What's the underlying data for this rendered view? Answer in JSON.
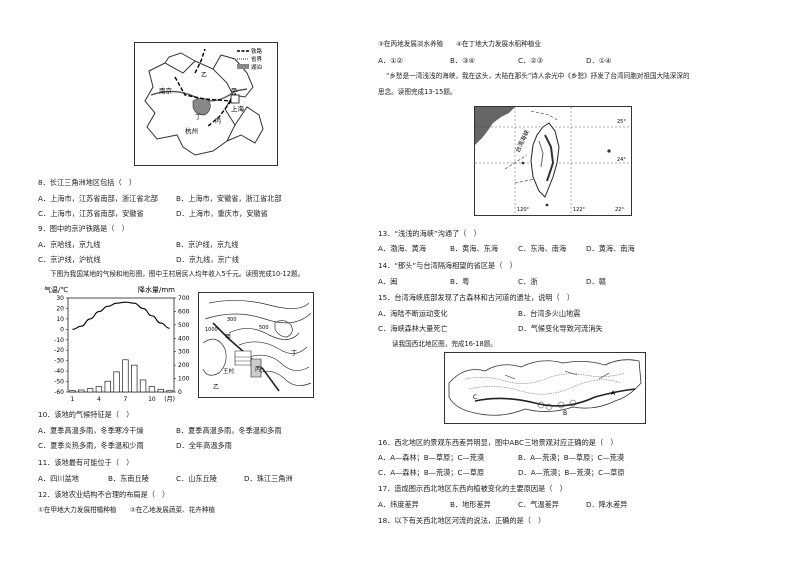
{
  "map1": {
    "legend": [
      "铁路",
      "省界",
      "湖泊"
    ],
    "labels": {
      "nanjing": "南京",
      "shanghai": "上海",
      "hangzhou": "杭州",
      "jia": "甲",
      "yi": "乙",
      "bing": "丙",
      "ding": "丁"
    }
  },
  "q8": {
    "stem": "8．长江三角洲地区包括（　）",
    "a": "A．上海市，江苏省南部，浙江省北部",
    "b": "B．上海市，安徽省，浙江省北部",
    "c": "C．上海市，江苏省南部，安徽省",
    "d": "D．上海市，重庆市，安徽省"
  },
  "q9": {
    "stem": "9．图中的京沪铁路是（　）",
    "a": "A．京哈线，京九线",
    "b": "B．京沪线，京九线",
    "c": "C．京沪线，沪杭线",
    "d": "D．京九线，京广线"
  },
  "intro10": "下图为我国某地的气候和地形图，图中王村居民人均年收入5千元。读图完成10-12题。",
  "climate": {
    "ylabel_left": "气温/℃",
    "ylabel_right": "降水量/mm",
    "left_ticks": [
      "30",
      "20",
      "10",
      "0",
      "-10",
      "-20",
      "-30",
      "-40",
      "-50",
      "-60"
    ],
    "right_ticks": [
      "700",
      "600",
      "500",
      "400",
      "300",
      "200",
      "100",
      "0"
    ],
    "x_ticks": [
      "1",
      "4",
      "7",
      "10",
      "(月)"
    ]
  },
  "chart_data": {
    "type": "bar",
    "title": "",
    "categories": [
      "1",
      "2",
      "3",
      "4",
      "5",
      "6",
      "7",
      "8",
      "9",
      "10",
      "11",
      "12"
    ],
    "series": [
      {
        "values": [
          10,
          15,
          25,
          40,
          80,
          150,
          240,
          200,
          90,
          40,
          20,
          10
        ]
      },
      {
        "values": [
          0,
          3,
          10,
          17,
          22,
          25,
          26,
          25,
          20,
          13,
          6,
          1
        ]
      }
    ],
    "xlabel": "(月)",
    "ylabel": "气温/℃",
    "ylabel_right": "降水量/mm",
    "ylim": [
      -60,
      30
    ],
    "ylim_right": [
      0,
      700
    ]
  },
  "contour": {
    "labels": [
      "1000",
      "300",
      "500",
      "甲",
      "王村",
      "乙",
      "丙",
      "丁"
    ]
  },
  "q10": {
    "stem": "10．该地的气候特征是（　）",
    "a": "A．夏季高温多雨，冬季寒冷干燥",
    "b": "B．夏季高温多雨，冬季温和多雨",
    "c": "C．夏季炎热多雨，冬季温和少雨",
    "d": "D．全年高温多雨"
  },
  "q11": {
    "stem": "11．该地最有可能位于（　）",
    "a": "A．四川盆地",
    "b": "B．东南丘陵",
    "c": "C．山东丘陵",
    "d": "D．珠江三角洲"
  },
  "q12": {
    "stem": "12．该地农业结构不合理的布局是（　）",
    "opt1": "①在甲地大力发展柑橘种植",
    "opt2": "②在乙地发展蔬菜、花卉种植",
    "opt3": "③在丙地发展淡水养殖",
    "opt4": "④在丁地大力发展水稻种植业",
    "a": "A．①②",
    "b": "B．③④",
    "c": "C．②③",
    "d": "D．①④"
  },
  "intro13": "“乡愁是一湾浅浅的海峡，我在这头，大陆在那头”诗人余光中《乡愁》抒发了台湾同胞对祖国大陆深深的思念。读图完成13-15题。",
  "taiwan_map": {
    "strait": "台湾海峡",
    "lat25": "25°",
    "lat24": "24°",
    "lon120": "120°",
    "lon122": "122°",
    "lat22": "22°"
  },
  "q13": {
    "stem": "13．“浅浅的海峡”沟通了（　）",
    "a": "A．渤海、黄海",
    "b": "B．黄海、东海",
    "c": "C．东海、南海",
    "d": "D．黄海、南海"
  },
  "q14": {
    "stem": "14．“那头”与台湾隔海相望的省区是（　）",
    "a": "A．闽",
    "b": "B．粤",
    "c": "C．浙",
    "d": "D．赣"
  },
  "q15": {
    "stem": "15．台湾海峡底部发现了古森林和古河道的遗址，说明（　）",
    "a": "A．海陆不断运动变化",
    "b": "B．台湾多火山地震",
    "c": "C．海峡森林大量死亡",
    "d": "D．气候变化导致河流消失"
  },
  "intro16": "读我国西北地区图，完成16-18题。",
  "nw_map": {
    "labels": [
      "A",
      "B",
      "C"
    ]
  },
  "q16": {
    "stem": "16．西北地区的景观东西差异明显，图中ABC三地景观对应正确的是（　）",
    "a": "A．A—森林；B—草原；C—荒漠",
    "b": "B．A—荒漠；B—草原；C—荒漠",
    "c": "C．A—森林；B—荒漠；C—草原",
    "d": "D．A—荒漠；B—荒漠；C—草原"
  },
  "q17": {
    "stem": "17．造成图示西北地区东西向植被变化的主要原因是（　）",
    "a": "A．纬度差异",
    "b": "B．地形差异",
    "c": "C．气温差异",
    "d": "D．降水差异"
  },
  "q18": {
    "stem": "18．以下有关西北地区河流的说法，正确的是（　）"
  }
}
